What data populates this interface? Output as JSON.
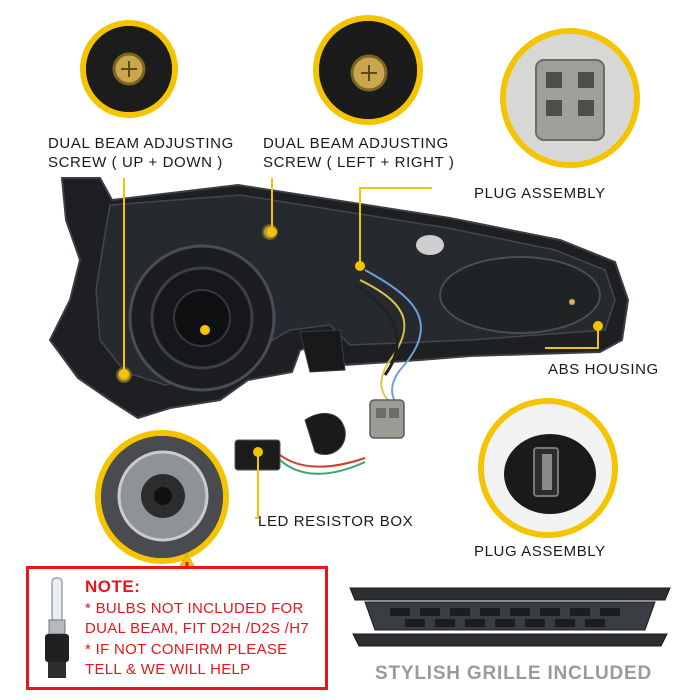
{
  "callouts": {
    "updown_line1": "DUAL BEAM ADJUSTING",
    "updown_line2": "SCREW ( UP + DOWN )",
    "leftright_line1": "DUAL BEAM ADJUSTING",
    "leftright_line2": "SCREW ( LEFT + RIGHT )",
    "plug_top": "PLUG ASSEMBLY",
    "abs_housing": "ABS HOUSING",
    "led_resistor": "LED RESISTOR BOX",
    "plug_bottom": "PLUG ASSEMBLY"
  },
  "note": {
    "title": "NOTE:",
    "line1": "* BULBS NOT INCLUDED FOR",
    "line2": "DUAL BEAM, FIT D2H /D2S /H7",
    "line3": "* IF NOT CONFIRM PLEASE",
    "line4": "TELL & WE WILL HELP"
  },
  "grille_caption": "STYLISH GRILLE INCLUDED",
  "colors": {
    "accent_yellow": "#f5c400",
    "note_red": "#e8161b",
    "caption_gray": "#9a9a9a"
  },
  "icons": [
    "warning-icon",
    "bulb-icon"
  ]
}
